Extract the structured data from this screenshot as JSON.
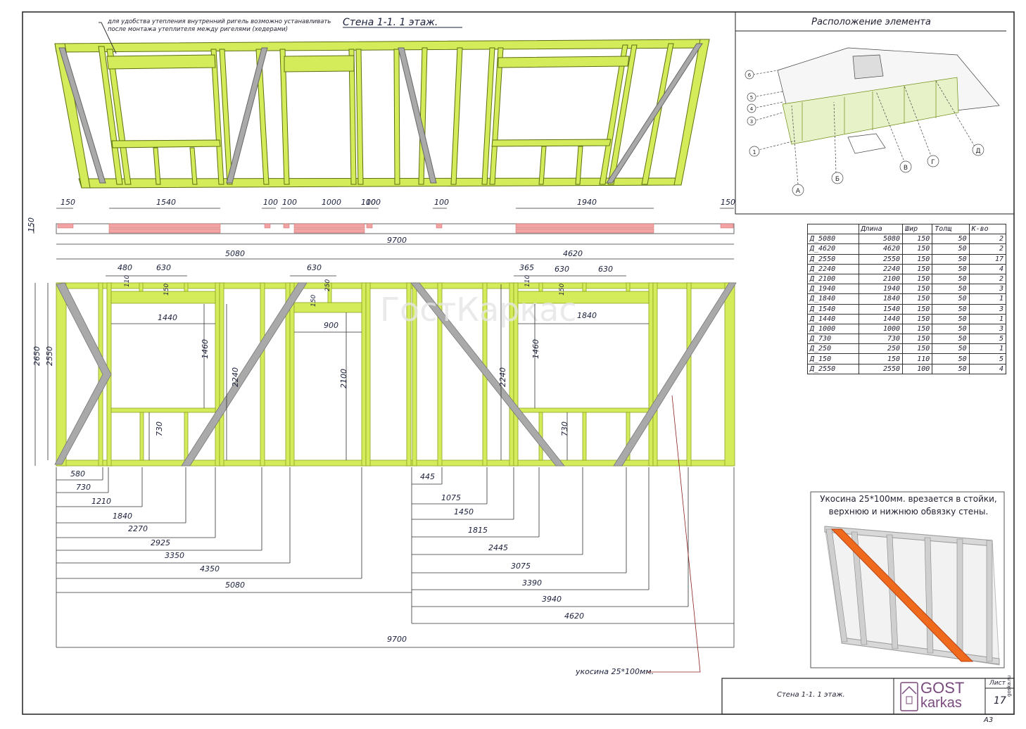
{
  "drawing": {
    "title": "Стена 1-1.   1 этаж.",
    "note": "для удобства утепления внутренний ригель возможно устанавливать после монтажа утеплителя между ригелями (хедерами)",
    "watermark": "ГостКаркас"
  },
  "location_panel": {
    "title": "Расположение элемента",
    "axis_labels": [
      "А",
      "Б",
      "В",
      "Г",
      "Д"
    ],
    "row_labels": [
      "1",
      "3",
      "4",
      "5",
      "6"
    ]
  },
  "top_dims": {
    "labels": [
      "150",
      "1540",
      "100",
      "100",
      "1000",
      "100",
      "100",
      "100",
      "1940",
      "150"
    ],
    "height": "150",
    "total": "9700"
  },
  "frame_dims": {
    "left_half": "5080",
    "right_half": "4620",
    "height_outer": "2650",
    "height_inner": "2550",
    "w1_top": [
      "480",
      "630"
    ],
    "w1_width": "1440",
    "w1_height": "1460",
    "w1_below": "730",
    "w1_header": "110",
    "w1_gap": "150",
    "door_top": "630",
    "door_width": "900",
    "door_height": "2100",
    "door_header": "150",
    "door_gap": "250",
    "w2_top": [
      "365",
      "630",
      "630"
    ],
    "w2_width": "1840",
    "w2_height": "1460",
    "w2_below": "730",
    "w2_header": "110",
    "w2_gap": "150",
    "brace1": "2240",
    "brace2": "2240"
  },
  "bottom_dims": {
    "left": [
      "580",
      "730",
      "1210",
      "1840",
      "2270",
      "2925",
      "3350",
      "4350",
      "5080"
    ],
    "right": [
      "445",
      "1075",
      "1450",
      "1815",
      "2445",
      "3075",
      "3390",
      "3940",
      "4620"
    ],
    "total": "9700",
    "brace_callout": "укосина 25*100мм."
  },
  "spec_table": {
    "headers": [
      "",
      "Длина",
      "Шир",
      "Толщ",
      "К-во"
    ],
    "rows": [
      [
        "Д_5080",
        "5080",
        "150",
        "50",
        "2"
      ],
      [
        "Д_4620",
        "4620",
        "150",
        "50",
        "2"
      ],
      [
        "Д_2550",
        "2550",
        "150",
        "50",
        "17"
      ],
      [
        "Д_2240",
        "2240",
        "150",
        "50",
        "4"
      ],
      [
        "Д_2100",
        "2100",
        "150",
        "50",
        "2"
      ],
      [
        "Д_1940",
        "1940",
        "150",
        "50",
        "3"
      ],
      [
        "Д_1840",
        "1840",
        "150",
        "50",
        "1"
      ],
      [
        "Д_1540",
        "1540",
        "150",
        "50",
        "3"
      ],
      [
        "Д_1440",
        "1440",
        "150",
        "50",
        "1"
      ],
      [
        "Д_1000",
        "1000",
        "150",
        "50",
        "3"
      ],
      [
        "Д_730",
        "730",
        "150",
        "50",
        "5"
      ],
      [
        "Д_250",
        "250",
        "150",
        "50",
        "1"
      ],
      [
        "Д_150",
        "150",
        "110",
        "50",
        "5"
      ],
      [
        "Д_2550",
        "2550",
        "100",
        "50",
        "4"
      ]
    ]
  },
  "brace_detail": {
    "caption": "Укосина 25*100мм. врезается в стойки, верхнюю и нижнюю обвязку стены."
  },
  "title_block": {
    "name": "Стена 1-1.   1 этаж.",
    "sheet_label": "Лист",
    "sheet_number": "17",
    "format": "А3",
    "site": "goska.ru",
    "logo_line1": "GOST",
    "logo_line2": "karkas"
  },
  "colors": {
    "stud": "#d4ec5a",
    "stud_edge": "#6f8d14",
    "brace": "#a9a9a9",
    "brace_detail": "#f06a1d",
    "plate_red": "#f2a3a3",
    "logo": "#7a4a7e"
  }
}
